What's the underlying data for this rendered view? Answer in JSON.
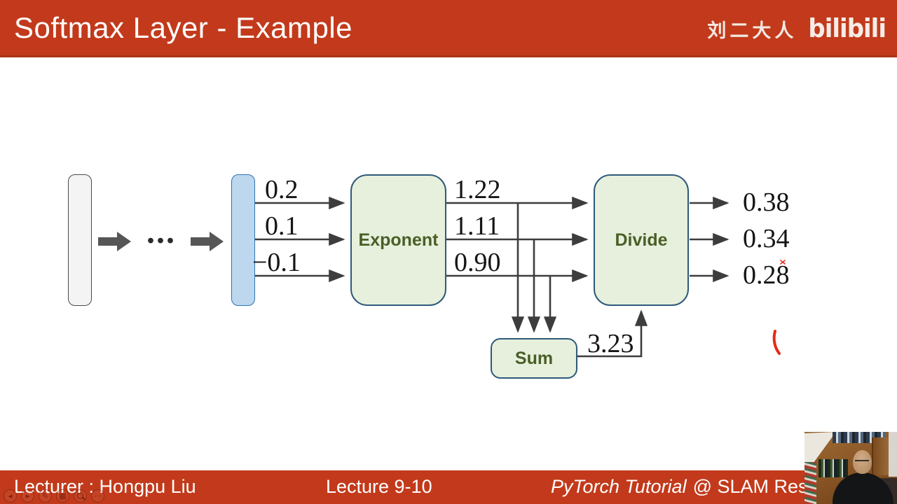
{
  "header": {
    "title": "Softmax Layer - Example",
    "channel_name": "刘二大人",
    "logo_text": "bilibili"
  },
  "diagram": {
    "ellipsis": "...",
    "inputs": [
      "0.2",
      "0.1",
      "−0.1"
    ],
    "exponent_label": "Exponent",
    "exponent_outputs": [
      "1.22",
      "1.11",
      "0.90"
    ],
    "sum_label": "Sum",
    "sum_value": "3.23",
    "divide_label": "Divide",
    "outputs": [
      "0.38",
      "0.34",
      "0.28"
    ]
  },
  "footer": {
    "lecturer": "Lecturer : Hongpu Liu",
    "lecture": "Lecture 9-10",
    "course_title_italic": "PyTorch Tutorial",
    "course_title_rest": "@ SLAM Resea"
  },
  "player_controls": [
    {
      "name": "previous-slide",
      "glyph": "◂"
    },
    {
      "name": "next-slide",
      "glyph": "▸"
    },
    {
      "name": "pen-tool",
      "glyph": "✎"
    },
    {
      "name": "slides-grid",
      "glyph": "▦"
    },
    {
      "name": "magnifier",
      "glyph": ""
    },
    {
      "name": "more-options",
      "glyph": "⋯"
    }
  ],
  "colors": {
    "accent_orange": "#C23A1B",
    "box_fill_green": "#E7F0DC",
    "box_border_blue": "#2E5A7A",
    "box_text_green": "#4A5F27",
    "vector_fill_blue": "#BDD7EE",
    "vector_border_blue": "#2E74B5",
    "annotation_red": "#E52B18"
  }
}
